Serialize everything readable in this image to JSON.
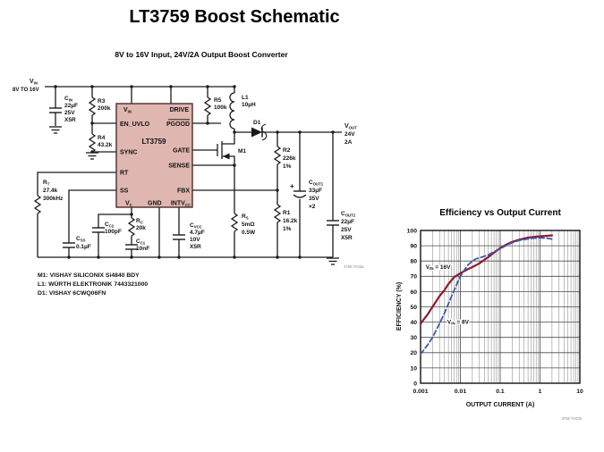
{
  "page": {
    "title": "LT3759 Boost Schematic"
  },
  "schematic": {
    "subtitle": "8V to 16V Input, 24V/2A Output Boost Converter",
    "ic_fill": "#e0b6b0",
    "input": {
      "v": {
        "m": "V",
        "s": "IN"
      },
      "range": "8V TO 16V"
    },
    "output": {
      "v": {
        "m": "V",
        "s": "OUT"
      },
      "line1": "24V",
      "line2": "2A"
    },
    "ic": {
      "name": "LT3759",
      "pins": {
        "vin": {
          "m": "V",
          "s": "IN"
        },
        "drive": "DRIVE",
        "en_uvlo": "EN_UVLO",
        "pgood": "PGOOD",
        "sync": "SYNC",
        "gate": "GATE",
        "rt": "RT",
        "sense": "SENSE",
        "ss": "SS",
        "fbx": "FBX",
        "vc": {
          "m": "V",
          "s": "C"
        },
        "gnd": "GND",
        "intvcc": {
          "m": "INTV",
          "s": "CC"
        }
      }
    },
    "components": {
      "cin": {
        "ref": {
          "m": "C",
          "s": "IN"
        },
        "lines": [
          "22µF",
          "25V",
          "X5R"
        ]
      },
      "r3": {
        "ref": "R3",
        "lines": [
          "200k"
        ]
      },
      "r4": {
        "ref": "R4",
        "lines": [
          "43.2k"
        ]
      },
      "r5": {
        "ref": "R5",
        "lines": [
          "100k"
        ]
      },
      "l1": {
        "ref": "L1",
        "lines": [
          "10µH"
        ]
      },
      "d1": {
        "ref": "D1"
      },
      "m1": {
        "ref": "M1"
      },
      "rt": {
        "ref": {
          "m": "R",
          "s": "T"
        },
        "lines": [
          "27.4k",
          "300kHz"
        ]
      },
      "css": {
        "ref": {
          "m": "C",
          "s": "SS"
        },
        "lines": [
          "0.1µF"
        ]
      },
      "cc2": {
        "ref": {
          "m": "C",
          "s": "C2"
        },
        "lines": [
          "100pF"
        ]
      },
      "rc": {
        "ref": {
          "m": "R",
          "s": "C"
        },
        "lines": [
          "20k"
        ]
      },
      "cc1": {
        "ref": {
          "m": "C",
          "s": "C1"
        },
        "lines": [
          "10nF"
        ]
      },
      "cvcc": {
        "ref": {
          "m": "C",
          "s": "VCC"
        },
        "lines": [
          "4.7µF",
          "10V",
          "X5R"
        ]
      },
      "rs": {
        "ref": {
          "m": "R",
          "s": "S"
        },
        "lines": [
          "5mΩ",
          "0.5W"
        ]
      },
      "r2": {
        "ref": "R2",
        "lines": [
          "226k",
          "1%"
        ]
      },
      "r1": {
        "ref": "R1",
        "lines": [
          "16.2k",
          "1%"
        ]
      },
      "cout1": {
        "ref": {
          "m": "C",
          "s": "OUT1"
        },
        "lines": [
          "33µF",
          "35V",
          "×2"
        ],
        "polarity": "+"
      },
      "cout2": {
        "ref": {
          "m": "C",
          "s": "OUT2"
        },
        "lines": [
          "22µF",
          "25V",
          "X5R"
        ]
      }
    },
    "notes": [
      "M1: VISHAY SILICONIX Si4840 BDY",
      "L1: WÜRTH ELEKTRONIK 7443321000",
      "D1: VISHAY 6CWQ06FN"
    ],
    "tag": "3759 TA03a"
  },
  "chart_data": {
    "type": "line",
    "title": "Efficiency vs Output Current",
    "xlabel": "OUTPUT CURRENT (A)",
    "ylabel": "EFFICIENCY (%)",
    "xscale": "log",
    "xlim": [
      0.001,
      10
    ],
    "ylim": [
      0,
      100
    ],
    "grid": true,
    "legend_position": "inline-annotations",
    "xticks": {
      "values": [
        0.001,
        0.01,
        0.1,
        1,
        10
      ],
      "labels": [
        "0.001",
        "0.01",
        "0.1",
        "1",
        "10"
      ]
    },
    "yticks": [
      0,
      10,
      20,
      30,
      40,
      50,
      60,
      70,
      80,
      90,
      100
    ],
    "tag": "3759 TA03b",
    "series": [
      {
        "name": "VIN = 16V",
        "color": "#8d1b2e",
        "style": "solid",
        "points": [
          [
            0.001,
            39
          ],
          [
            0.0015,
            45
          ],
          [
            0.002,
            50
          ],
          [
            0.003,
            57
          ],
          [
            0.004,
            61
          ],
          [
            0.005,
            65
          ],
          [
            0.007,
            69.5
          ],
          [
            0.01,
            72
          ],
          [
            0.015,
            74.5
          ],
          [
            0.02,
            76
          ],
          [
            0.03,
            78.5
          ],
          [
            0.05,
            82.5
          ],
          [
            0.07,
            85.5
          ],
          [
            0.1,
            88.5
          ],
          [
            0.15,
            91
          ],
          [
            0.2,
            92.5
          ],
          [
            0.3,
            94
          ],
          [
            0.5,
            95.3
          ],
          [
            0.7,
            95.8
          ],
          [
            1,
            96.2
          ],
          [
            1.5,
            96.5
          ],
          [
            2,
            96.8
          ]
        ]
      },
      {
        "name": "VIN = 8V",
        "color": "#3f55aa",
        "style": "dashed",
        "points": [
          [
            0.001,
            19
          ],
          [
            0.0015,
            25
          ],
          [
            0.002,
            30
          ],
          [
            0.003,
            39
          ],
          [
            0.004,
            46
          ],
          [
            0.005,
            52
          ],
          [
            0.007,
            61
          ],
          [
            0.01,
            70
          ],
          [
            0.015,
            77
          ],
          [
            0.02,
            80
          ],
          [
            0.025,
            81.5
          ],
          [
            0.03,
            82
          ],
          [
            0.05,
            84
          ],
          [
            0.07,
            86
          ],
          [
            0.1,
            88
          ],
          [
            0.15,
            90.5
          ],
          [
            0.2,
            92
          ],
          [
            0.3,
            93.5
          ],
          [
            0.5,
            94.5
          ],
          [
            0.7,
            95
          ],
          [
            1,
            95.2
          ],
          [
            1.5,
            95
          ],
          [
            2,
            94.3
          ]
        ]
      }
    ],
    "annotations": [
      {
        "m": "V",
        "s": "IN",
        "rest": " = 16V",
        "x": 0.00135,
        "y": 75
      },
      {
        "m": "V",
        "s": "IN",
        "rest": " = 8V",
        "x": 0.0047,
        "y": 39
      }
    ]
  }
}
